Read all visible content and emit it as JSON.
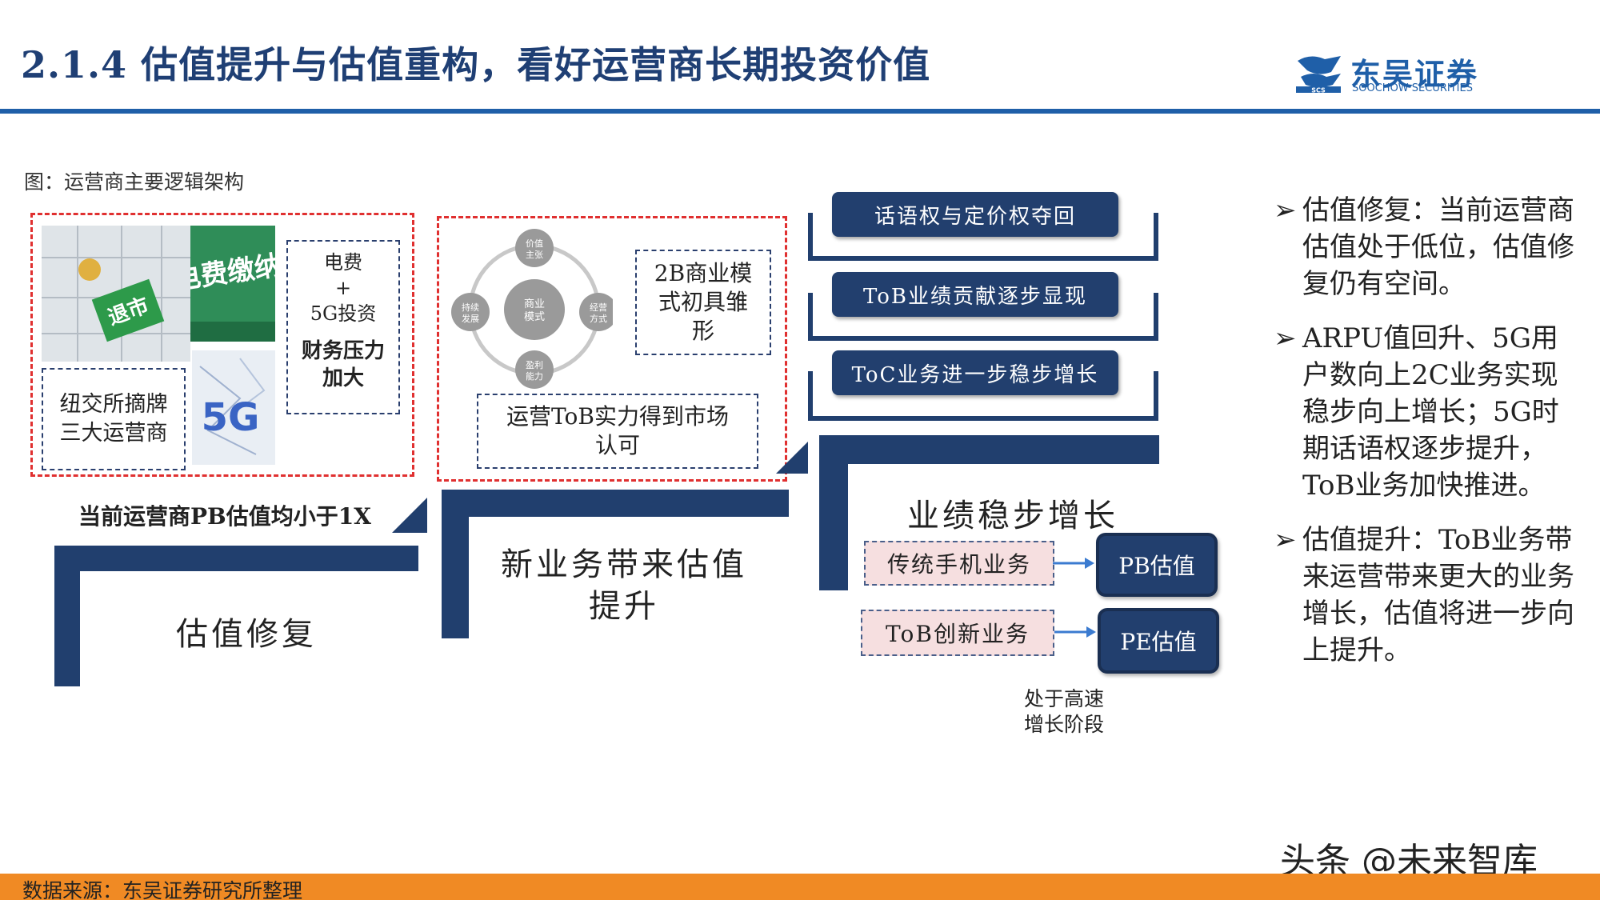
{
  "header": {
    "title": "2.1.4 估值提升与估值重构，看好运营商长期投资价值",
    "logo_cn": "东吴证券",
    "logo_en": "SOOCHOW SECURITIES",
    "logo_mark": "SCS"
  },
  "figure": {
    "caption": "图：运营商主要逻辑架构"
  },
  "stage1": {
    "photo_label": "退市",
    "photo2_label": "电费缴纳",
    "photo3_label": "5G",
    "note_delist": "纽交所摘牌三大运营商",
    "note_cost_1": "电费",
    "note_cost_2": "+",
    "note_cost_3": "5G投资",
    "note_cost_bold": "财务压力加大",
    "pb_caption": "当前运营商PB估值均小于1X",
    "step_label": "估值修复"
  },
  "stage2": {
    "cycle_top": "价值主张",
    "cycle_center": "商业模式",
    "cycle_left": "持续发展",
    "cycle_right": "经营方式",
    "cycle_bottom": "盈利能力",
    "note_2b": "2B商业模式初具雏形",
    "note_tob": "运营ToB实力得到市场认可",
    "step_label": "新业务带来估值提升"
  },
  "stage3": {
    "pills": [
      "话语权与定价权夺回",
      "ToB业绩贡献逐步显现",
      "ToC业务进一步稳步增长"
    ],
    "step_label": "业绩稳步增长",
    "biz_traditional": "传统手机业务",
    "biz_tob": "ToB创新业务",
    "pb_label": "PB估值",
    "pe_label": "PE估值",
    "stage_note": "处于高速增长阶段"
  },
  "right_panel": {
    "bullets": [
      "估值修复：当前运营商估值处于低位，估值修复仍有空间。",
      "ARPU值回升、5G用户数向上2C业务实现稳步向上增长；5G时期话语权逐步提升，ToB业务加快推进。",
      "估值提升：ToB业务带来运营带来更大的业务增长，估值将进一步向上提升。"
    ]
  },
  "footer": {
    "source": "数据来源：东吴证券研究所整理",
    "watermark": "头条 @未来智库"
  },
  "colors": {
    "navy": "#213f6e",
    "brand_blue": "#1f5fa8",
    "red_dash": "#e03030",
    "orange_bar": "#f08a24",
    "pink_fill": "#f6dfe0"
  }
}
